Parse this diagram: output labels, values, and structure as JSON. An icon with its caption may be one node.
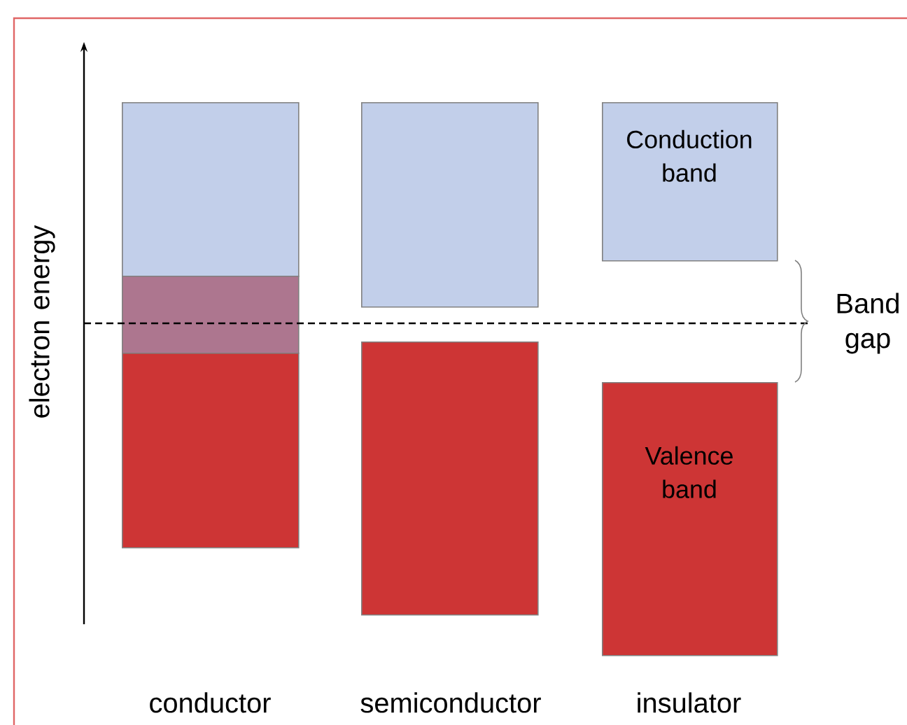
{
  "diagram": {
    "nodes": [
      {
        "text": [],
        "shape": "box"
      },
      {
        "text": [],
        "shape": "box"
      },
      {
        "text": [],
        "shape": "box"
      },
      {
        "text": [],
        "shape": "box"
      },
      {
        "text": [],
        "shape": "box"
      },
      {
        "text": [
          "Conduction band"
        ]
      },
      {
        "text": [
          "Valence band"
        ]
      }
    ],
    "labels": [
      "electron energy",
      "Band gap",
      "conductor",
      "semiconductor",
      "insulator"
    ]
  }
}
